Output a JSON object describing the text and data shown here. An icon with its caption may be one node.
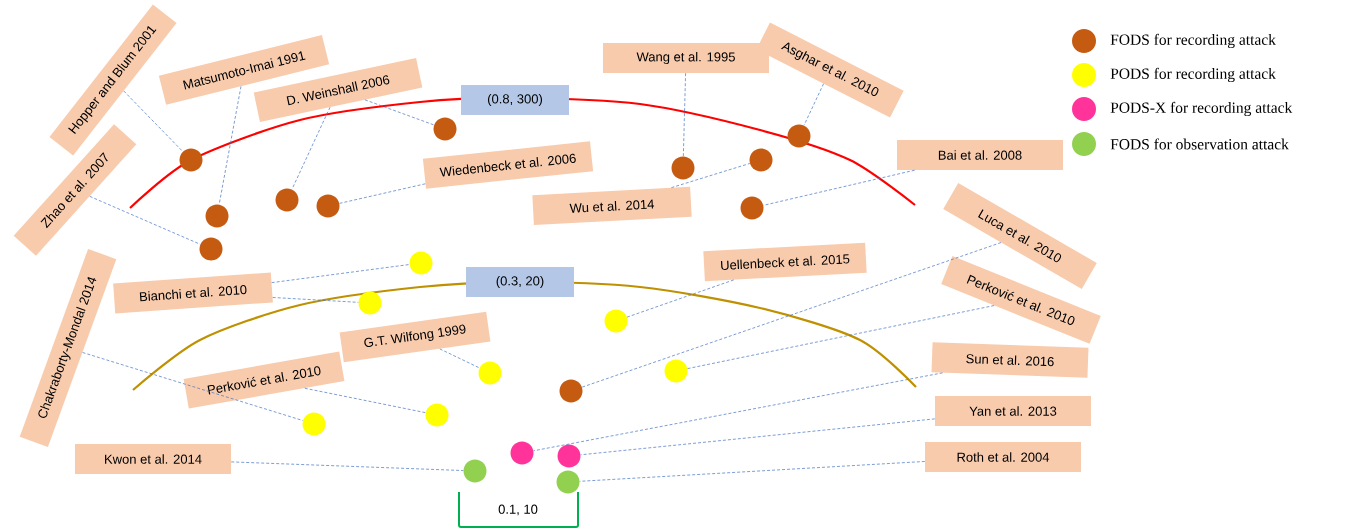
{
  "diagram": {
    "nodes": [
      {
        "text": [
          "Hopper and Blum 2001"
        ]
      },
      {
        "text": [
          "Matsumoto-Imai 1991"
        ]
      },
      {
        "text": [
          "D. Weinshall 2006"
        ]
      },
      {
        "text": [
          "Wang et al.  1995"
        ]
      },
      {
        "text": [
          "Asghar et al.  2010"
        ]
      },
      {
        "text": [
          "(0.8, 300)"
        ]
      },
      {
        "text": [
          "Zhao et al.  2007"
        ]
      },
      {
        "text": [
          "Wiedenbeck et al.  2006"
        ]
      },
      {
        "text": [
          "Bai et al.  2008"
        ]
      },
      {
        "text": [
          "Wu et al.  2014"
        ]
      },
      {
        "text": [
          "Luca et al.  2010"
        ]
      },
      {
        "text": [
          "Bianchi et al.  2010"
        ]
      },
      {
        "text": [
          "Uellenbeck et al.  2015"
        ]
      },
      {
        "text": [
          "(0.3, 20)"
        ]
      },
      {
        "text": [
          "Chakraborty-Mondal 2014"
        ]
      },
      {
        "text": [
          "Perković et al.  2010"
        ]
      },
      {
        "text": [
          "G.T. Wilfong 1999"
        ]
      },
      {
        "text": [
          "Perković et al.  2010"
        ]
      },
      {
        "text": [
          "Sun et al.  2016"
        ]
      },
      {
        "text": [
          "Yan et al.  2013"
        ]
      },
      {
        "text": [
          "Kwon et al.  2014"
        ]
      },
      {
        "text": [
          "Roth et al.  2004"
        ]
      },
      {
        "text": [],
        "shape": "circle"
      },
      {
        "text": [],
        "shape": "circle"
      },
      {
        "text": [],
        "shape": "circle"
      },
      {
        "text": [],
        "shape": "circle"
      },
      {
        "text": [],
        "shape": "circle"
      },
      {
        "text": [],
        "shape": "circle"
      },
      {
        "text": [],
        "shape": "circle"
      },
      {
        "text": [],
        "shape": "circle"
      },
      {
        "text": [],
        "shape": "circle"
      },
      {
        "text": [],
        "shape": "circle"
      },
      {
        "text": [],
        "shape": "circle"
      },
      {
        "text": [],
        "shape": "circle"
      },
      {
        "text": [],
        "shape": "circle"
      },
      {
        "text": [],
        "shape": "circle"
      },
      {
        "text": [],
        "shape": "circle"
      },
      {
        "text": [],
        "shape": "circle"
      },
      {
        "text": [],
        "shape": "circle"
      },
      {
        "text": [],
        "shape": "circle"
      },
      {
        "text": [],
        "shape": "circle"
      },
      {
        "text": [],
        "shape": "circle"
      },
      {
        "text": [],
        "shape": "circle"
      },
      {
        "text": [],
        "shape": "circle"
      }
    ],
    "edges": [
      {
        "from": 0,
        "to": 22,
        "arrow": "none"
      },
      {
        "from": 1,
        "to": 24,
        "arrow": "none"
      },
      {
        "from": 2,
        "to": 25,
        "arrow": "none"
      },
      {
        "from": 2,
        "to": 31,
        "arrow": "none"
      },
      {
        "from": 6,
        "to": 23,
        "arrow": "none"
      },
      {
        "from": 7,
        "to": 27,
        "arrow": "none"
      },
      {
        "from": 3,
        "to": 40,
        "arrow": "none"
      },
      {
        "from": 4,
        "to": 43,
        "arrow": "none"
      },
      {
        "from": 9,
        "to": 42,
        "arrow": "none"
      },
      {
        "from": 8,
        "to": 41,
        "arrow": "none"
      },
      {
        "from": 10,
        "to": 37,
        "arrow": "none"
      },
      {
        "from": 11,
        "to": 29,
        "arrow": "none"
      },
      {
        "from": 11,
        "to": 28,
        "arrow": "none"
      },
      {
        "from": 12,
        "to": 38,
        "arrow": "none"
      },
      {
        "from": 14,
        "to": 26,
        "arrow": "none"
      },
      {
        "from": 15,
        "to": 39,
        "arrow": "none"
      },
      {
        "from": 16,
        "to": 33,
        "arrow": "none"
      },
      {
        "from": 17,
        "to": 30,
        "arrow": "none"
      },
      {
        "from": 18,
        "to": 34,
        "arrow": "none"
      },
      {
        "from": 19,
        "to": 36,
        "arrow": "none"
      },
      {
        "from": 21,
        "to": 35,
        "arrow": "none"
      },
      {
        "from": 20,
        "to": 32,
        "arrow": "none"
      }
    ],
    "labels": [
      "0.1, 10"
    ],
    "legend": [
      {
        "text": "FODS for recording attack",
        "color": "#c55a11"
      },
      {
        "text": "PODS for recording attack",
        "color": "#ffff00"
      },
      {
        "text": "PODS-X for recording attack",
        "color": "#ff3399"
      },
      {
        "text": "FODS for observation attack",
        "color": "#92d050"
      }
    ]
  }
}
